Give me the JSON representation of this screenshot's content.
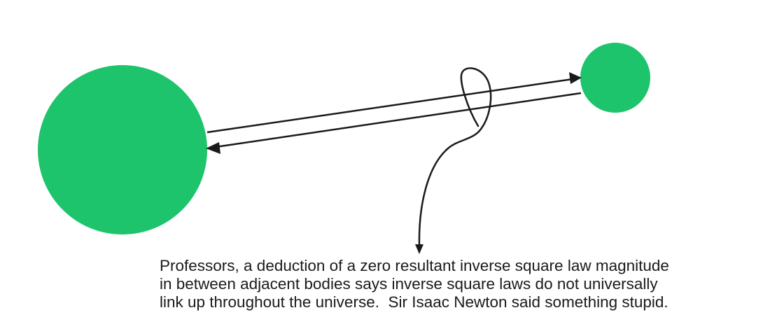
{
  "colors": {
    "body_fill": "#1dc46c",
    "line": "#1a1a1a",
    "background": "#ffffff"
  },
  "caption": {
    "lines": [
      "Professors, a deduction of a zero resultant inverse square law magnitude",
      "in between adjacent bodies says inverse square laws do not universally",
      "link up throughout the universe.  Sir Isaac Newton said something stupid."
    ]
  }
}
